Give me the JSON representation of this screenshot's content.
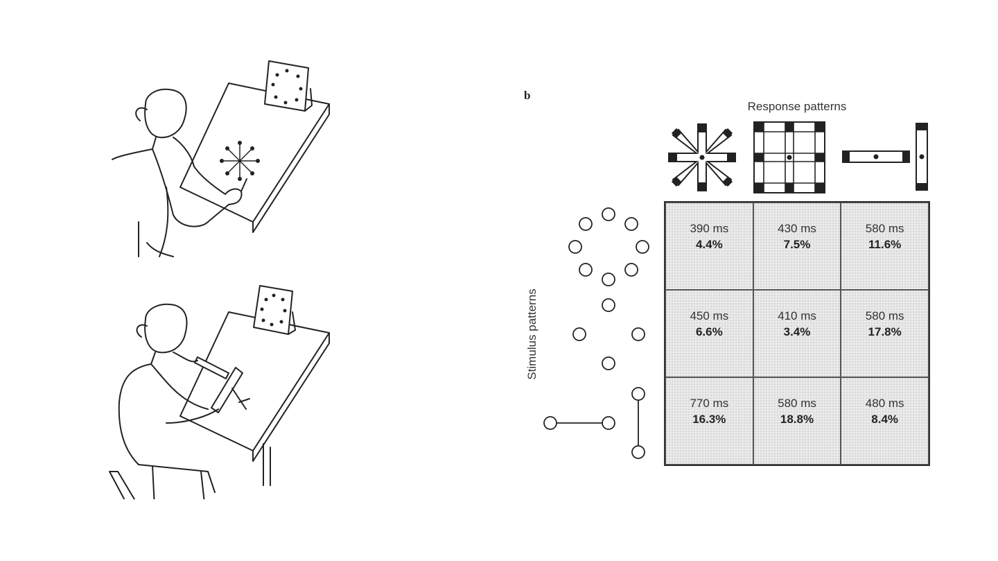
{
  "figure": {
    "panel_letter": "b",
    "response_axis_title": "Response patterns",
    "stimulus_axis_title": "Stimulus patterns"
  },
  "left_illustration": {
    "top_scene": "person-drawing-radial-pattern",
    "bottom_scene": "person-using-two-levers"
  },
  "response_patterns": [
    "radial-eight-arm-icon",
    "grid-square-icon",
    "two-lever-icon"
  ],
  "stimulus_patterns": [
    "circle-of-eight-lights-icon",
    "four-lights-diamond-icon",
    "two-lines-icon"
  ],
  "matrix": {
    "rows": [
      {
        "cells": [
          {
            "rt": "390 ms",
            "err": "4.4%"
          },
          {
            "rt": "430 ms",
            "err": "7.5%"
          },
          {
            "rt": "580 ms",
            "err": "11.6%"
          }
        ]
      },
      {
        "cells": [
          {
            "rt": "450 ms",
            "err": "6.6%"
          },
          {
            "rt": "410 ms",
            "err": "3.4%"
          },
          {
            "rt": "580 ms",
            "err": "17.8%"
          }
        ]
      },
      {
        "cells": [
          {
            "rt": "770 ms",
            "err": "16.3%"
          },
          {
            "rt": "580 ms",
            "err": "18.8%"
          },
          {
            "rt": "480 ms",
            "err": "8.4%"
          }
        ]
      }
    ]
  },
  "colors": {
    "ink": "#222222",
    "grid_fill": "#eaeaea"
  }
}
